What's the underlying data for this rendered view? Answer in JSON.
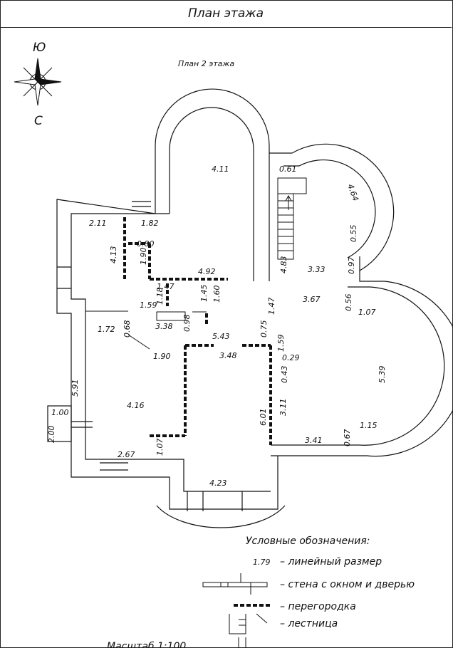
{
  "header": {
    "title": "План этажа"
  },
  "plan_title": "План 2 этажа",
  "compass": {
    "north": "С",
    "south": "Ю"
  },
  "dimensions": [
    "4.11",
    "0.61",
    "4.64",
    "2.11",
    "1.82",
    "0.80",
    "4.13",
    "1.90",
    "0.55",
    "4.83",
    "0.97",
    "3.33",
    "4.92",
    "1.47",
    "1.45",
    "1.60",
    "1.59",
    "1.18",
    "3.67",
    "0.56",
    "1.07",
    "1.47",
    "1.72",
    "0.68",
    "3.38",
    "0.98",
    "5.43",
    "0.75",
    "1.59",
    "1.90",
    "3.48",
    "0.29",
    "0.43",
    "5.39",
    "5.91",
    "4.16",
    "6.01",
    "3.11",
    "1.00",
    "2.00",
    "1.15",
    "3.41",
    "0.67",
    "2.67",
    "1.07",
    "4.23"
  ],
  "legend": {
    "title": "Условные обозначения:",
    "items": [
      {
        "symbol": "1.79",
        "label": "– линейный размер"
      },
      {
        "label": "– стена с окном и дверью"
      },
      {
        "label": "– перегородка"
      },
      {
        "label": "– лестница"
      }
    ]
  },
  "scale": "Масштаб 1:100"
}
